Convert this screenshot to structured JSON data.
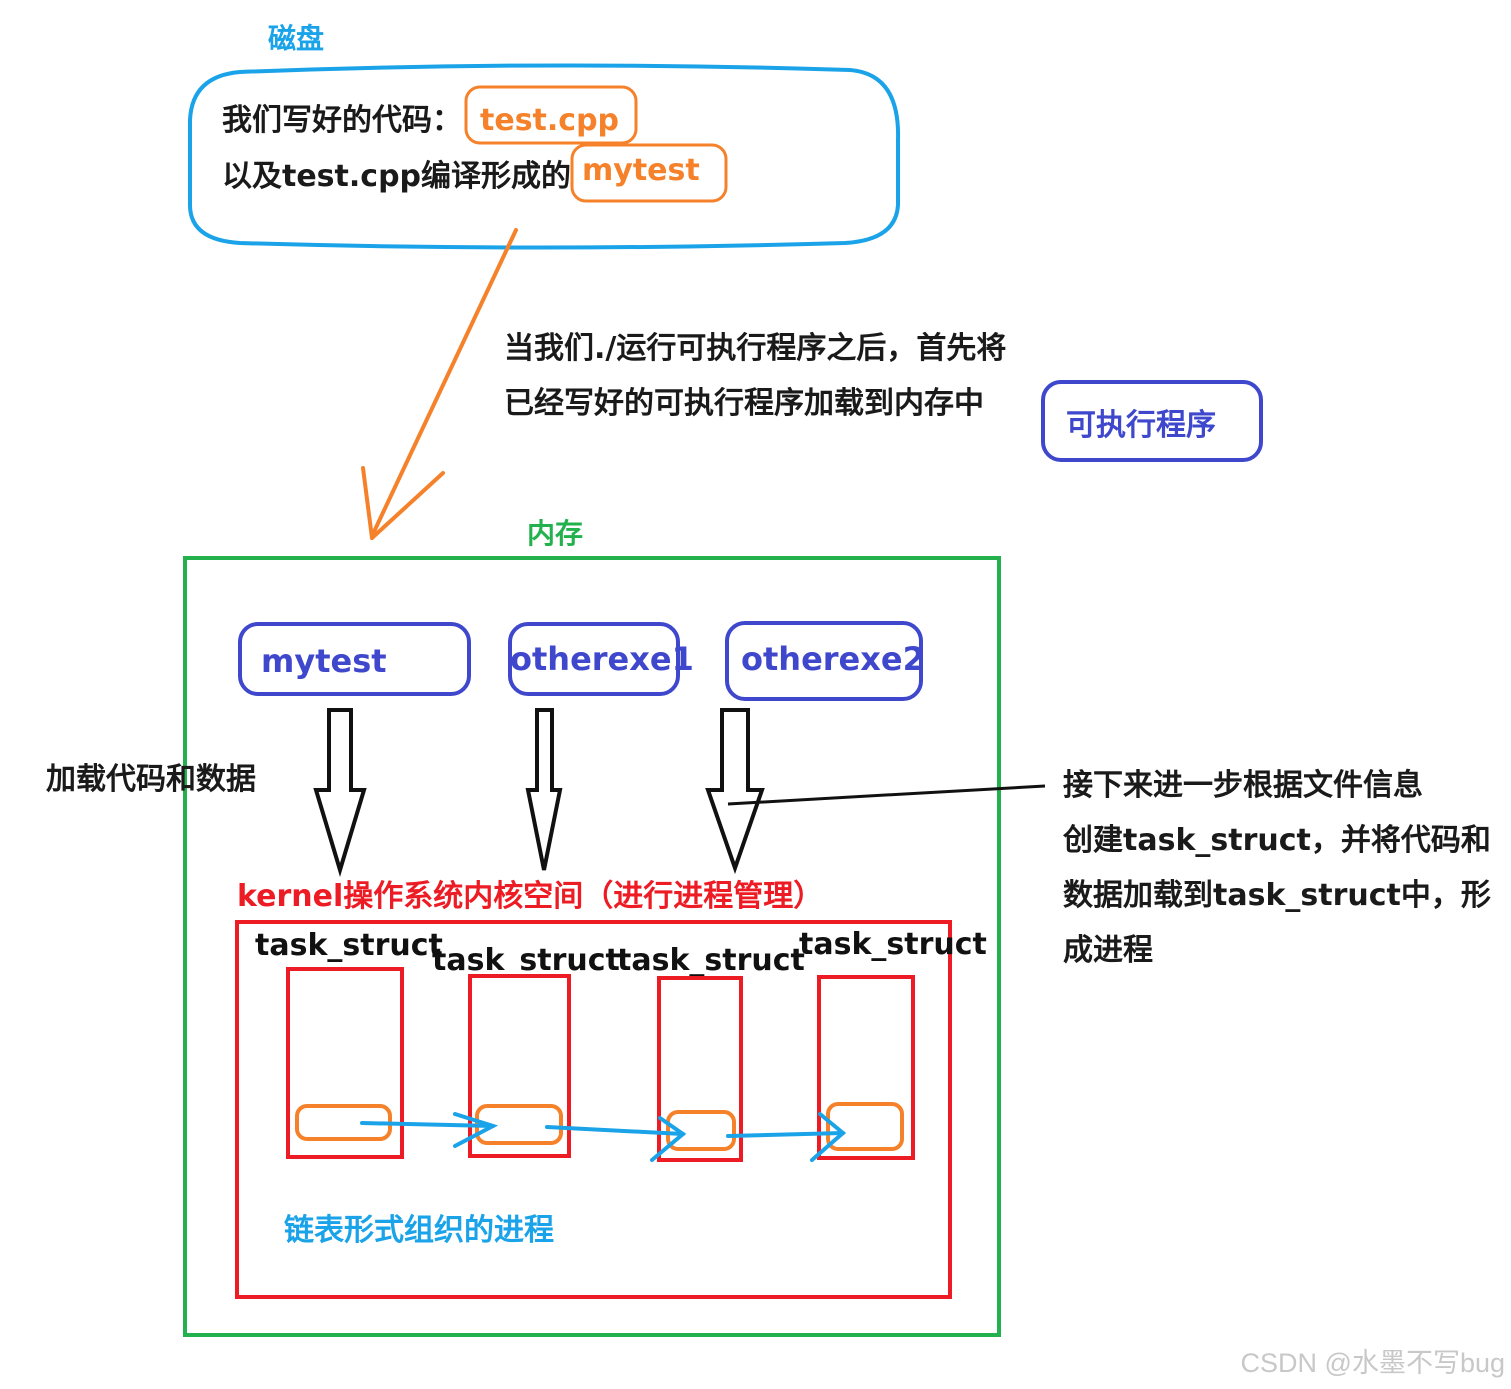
{
  "disk": {
    "label": "磁盘",
    "line1": "我们写好的代码：",
    "line1_file": "test.cpp",
    "line2": "以及test.cpp编译形成的",
    "line2_file": "mytest"
  },
  "load_note": {
    "line1": "当我们./运行可执行程序之后，首先将",
    "line2": "已经写好的可执行程序加载到内存中",
    "badge": "可执行程序"
  },
  "memory": {
    "label": "内存",
    "programs": [
      "mytest",
      "otherexe1",
      "otherexe2"
    ],
    "load_label": "加载代码和数据",
    "kernel_label": "kernel操作系统内核空间（进行进程管理）",
    "task_labels": [
      "task_struct",
      "task_struct",
      "task_struct",
      "task_struct"
    ],
    "list_label": "链表形式组织的进程"
  },
  "side_note": {
    "lines": [
      "接下来进一步根据文件信息",
      "创建task_struct，并将代码和",
      "数据加载到task_struct中，形",
      "成进程"
    ]
  },
  "watermark": "CSDN @水墨不写bug",
  "colors": {
    "disk_blue": "#1aa3e8",
    "arrow_orange": "#f5822a",
    "program_indigo": "#3f48cc",
    "memory_green": "#22b14c",
    "kernel_red": "#ed1c24",
    "list_blue": "#1aa3e8",
    "text_black": "#1a1a1a",
    "watermark_gray": "#c8c8c8"
  }
}
